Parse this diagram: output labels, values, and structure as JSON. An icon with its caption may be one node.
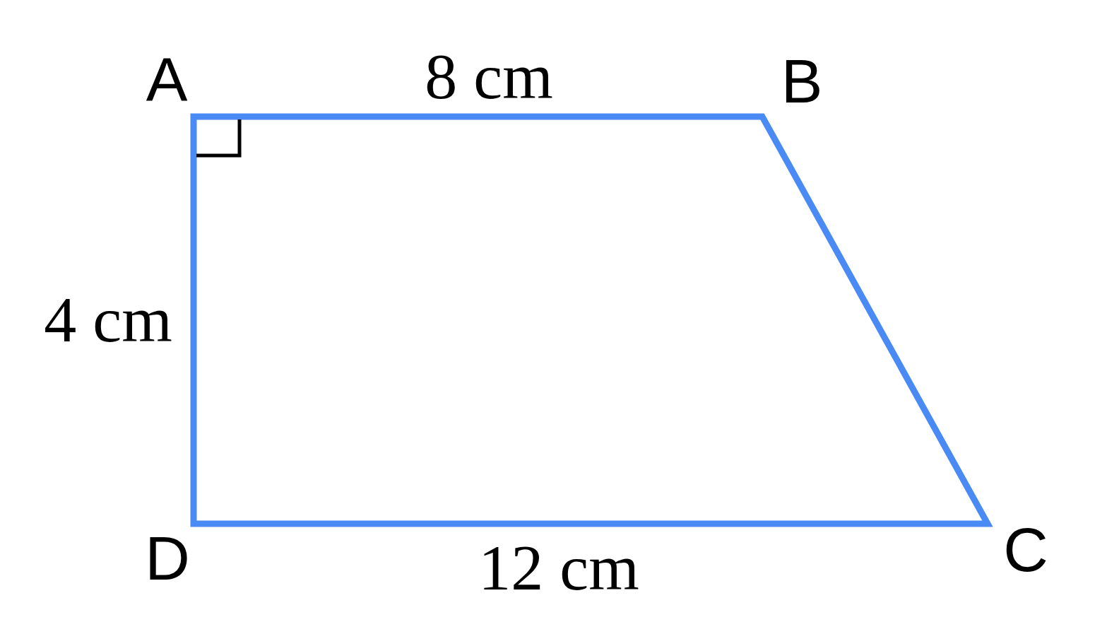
{
  "diagram": {
    "labels": [
      "A",
      "8 cm",
      "B",
      "4 cm",
      "D",
      "12 cm",
      "C"
    ]
  }
}
